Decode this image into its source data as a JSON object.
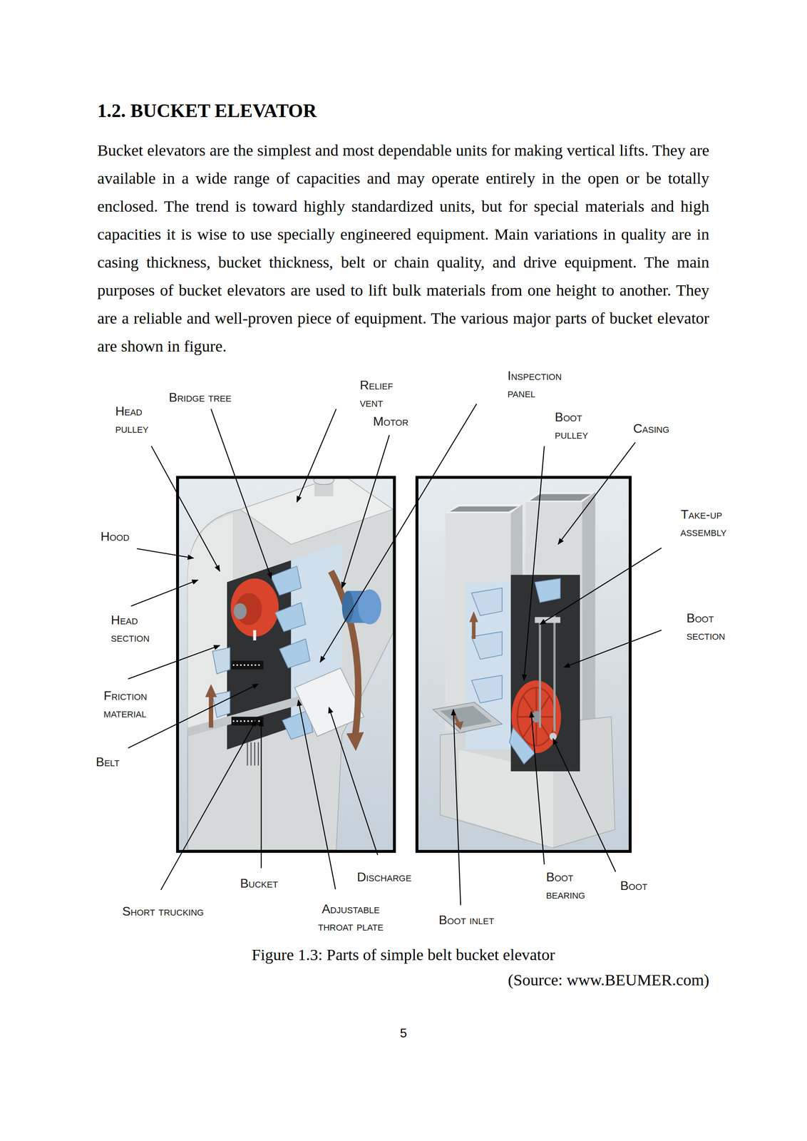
{
  "diagram": {
    "title": "1.2. BUCKET ELEVATOR",
    "caption": "Figure 1.3: Parts of simple belt bucket elevator",
    "labels": [
      "Bucket elevators are the simplest and most dependable units for making vertical lifts. They are available in a wide range of capacities and may operate entirely in the open or be totally enclosed. The trend is toward highly standardized units, but for special materials and high capacities it is wise to use specially engineered equipment. Main variations in quality are in casing thickness, bucket thickness, belt or chain quality, and drive equipment. The main purposes of bucket elevators are used to lift bulk materials from one height to another. They are a reliable and well-proven piece of equipment. The various major parts of bucket elevator are shown in figure.",
      "Head pulley",
      "Bridge tree",
      "Relief vent",
      "Motor",
      "Inspection panel",
      "Boot pulley",
      "Casing",
      "Hood",
      "Take-up assembly",
      "Head section",
      "Boot section",
      "Friction material",
      "Belt",
      "Short trucking",
      "Bucket",
      "Discharge",
      "Adjustable throat plate",
      "Boot inlet",
      "Boot bearing",
      "Boot",
      "(Source: www.BEUMER.com)",
      "5"
    ]
  }
}
